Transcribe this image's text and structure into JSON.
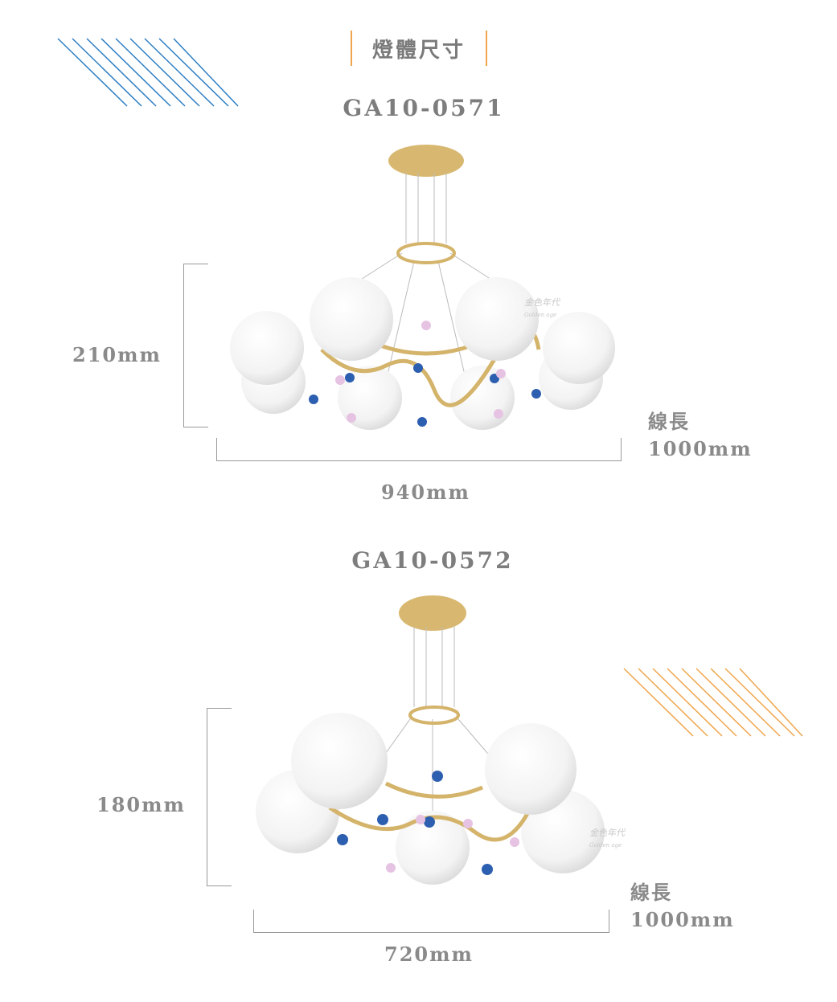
{
  "section_title": "燈體尺寸",
  "products": [
    {
      "model": "GA10-0571",
      "height": "210mm",
      "width": "940mm",
      "cord_label": "線長",
      "cord_length": "1000mm"
    },
    {
      "model": "GA10-0572",
      "height": "180mm",
      "width": "720mm",
      "cord_label": "線長",
      "cord_length": "1000mm"
    }
  ],
  "watermark": {
    "text": "金色年代",
    "subtext": "Golden age"
  },
  "colors": {
    "accent_orange": "#f0a54c",
    "accent_blue": "#2d7ec4",
    "gold": "#d4b36a",
    "text": "#7b7b7b"
  }
}
